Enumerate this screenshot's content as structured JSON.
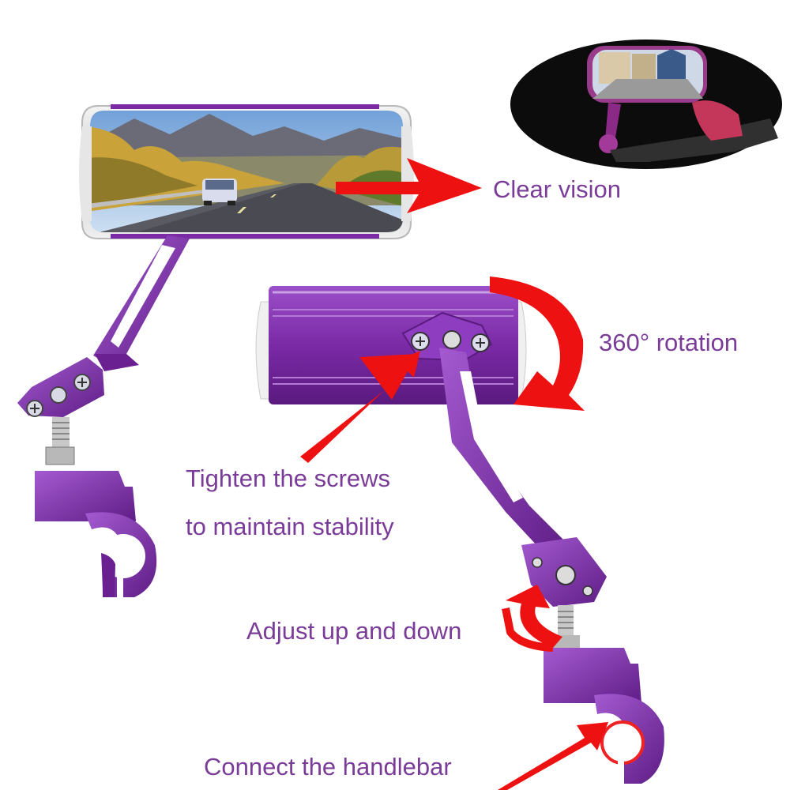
{
  "labels": {
    "clear_vision": "Clear vision",
    "rotation": "360° rotation",
    "tighten_line1": "Tighten the screws",
    "tighten_line2": "to maintain stability",
    "adjust": "Adjust up and down",
    "connect": "Connect the handlebar"
  },
  "colors": {
    "product": "#7b2aa6",
    "product_dark": "#5a1a7e",
    "product_light": "#a45ad0",
    "arrow": "#ee1111",
    "label_text": "#7a3c98",
    "inset_bg": "#0c0c0c"
  }
}
